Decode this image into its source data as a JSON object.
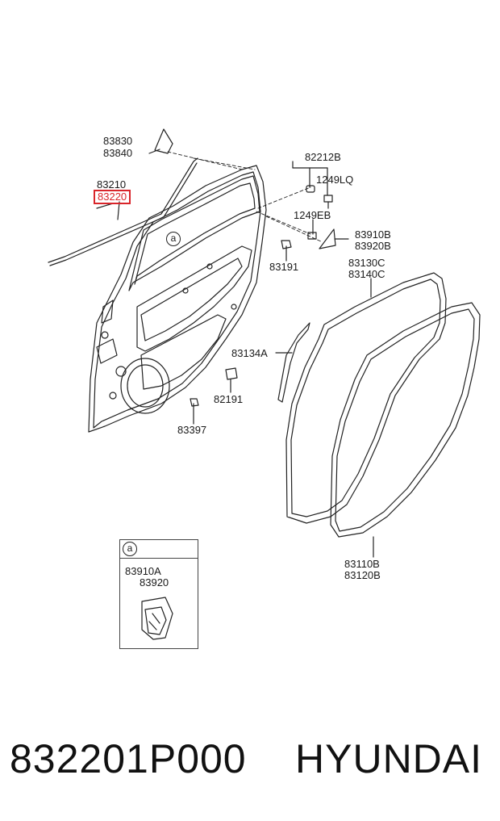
{
  "labels": {
    "p83830": "83830",
    "p83840": "83840",
    "p83210": "83210",
    "p83220": "83220",
    "p82212b": "82212B",
    "p1249lq": "1249LQ",
    "p1249eb": "1249EB",
    "p83910b": "83910B",
    "p83920b": "83920B",
    "p83191": "83191",
    "p83130c": "83130C",
    "p83140c": "83140C",
    "p83134a": "83134A",
    "p82191": "82191",
    "p83397": "83397",
    "p83110b": "83110B",
    "p83120b": "83120B",
    "inset_ref": "a",
    "callout_ref": "a",
    "p83910a": "83910A",
    "p83920": "83920"
  },
  "footer": {
    "part_number": "832201P000",
    "brand": "HYUNDAI"
  },
  "colors": {
    "highlight": "#d9252a",
    "line": "#222222"
  }
}
